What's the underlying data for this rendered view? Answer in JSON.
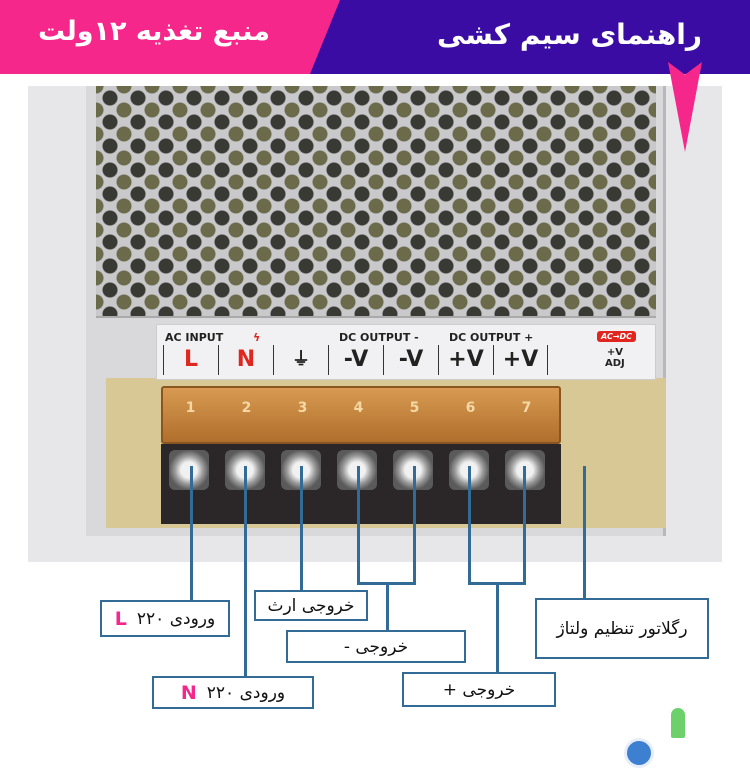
{
  "header": {
    "title_right": "راهنمای سیم کشی",
    "title_left": "منبع تغذیه ۱۲ولت",
    "colors": {
      "pink": "#f5278a",
      "purple": "#3a0ca3",
      "line": "#336b97"
    }
  },
  "device": {
    "group_labels": {
      "ac_input": "AC INPUT",
      "dc_out_minus": "DC OUTPUT -",
      "dc_out_plus": "DC OUTPUT +",
      "badge": "AC→DC",
      "adj_top": "+V",
      "adj_bottom": "ADJ"
    },
    "terminals": [
      {
        "label": "L",
        "num": "1"
      },
      {
        "label": "N",
        "num": "2"
      },
      {
        "label": "⏚",
        "num": "3"
      },
      {
        "label": "-V",
        "num": "4"
      },
      {
        "label": "-V",
        "num": "5"
      },
      {
        "label": "+V",
        "num": "6"
      },
      {
        "label": "+V",
        "num": "7"
      }
    ]
  },
  "callouts": {
    "l_in": {
      "text": "ورودی ۲۲۰",
      "letter": "L"
    },
    "n_in": {
      "text": "ورودی ۲۲۰",
      "letter": "N"
    },
    "earth": {
      "text": "خروجی ارث"
    },
    "minus": {
      "text": "خروجی  -"
    },
    "plus": {
      "text": "خروجی  +"
    },
    "regulator": {
      "text": "رگلاتور تنظیم ولتاژ"
    }
  }
}
